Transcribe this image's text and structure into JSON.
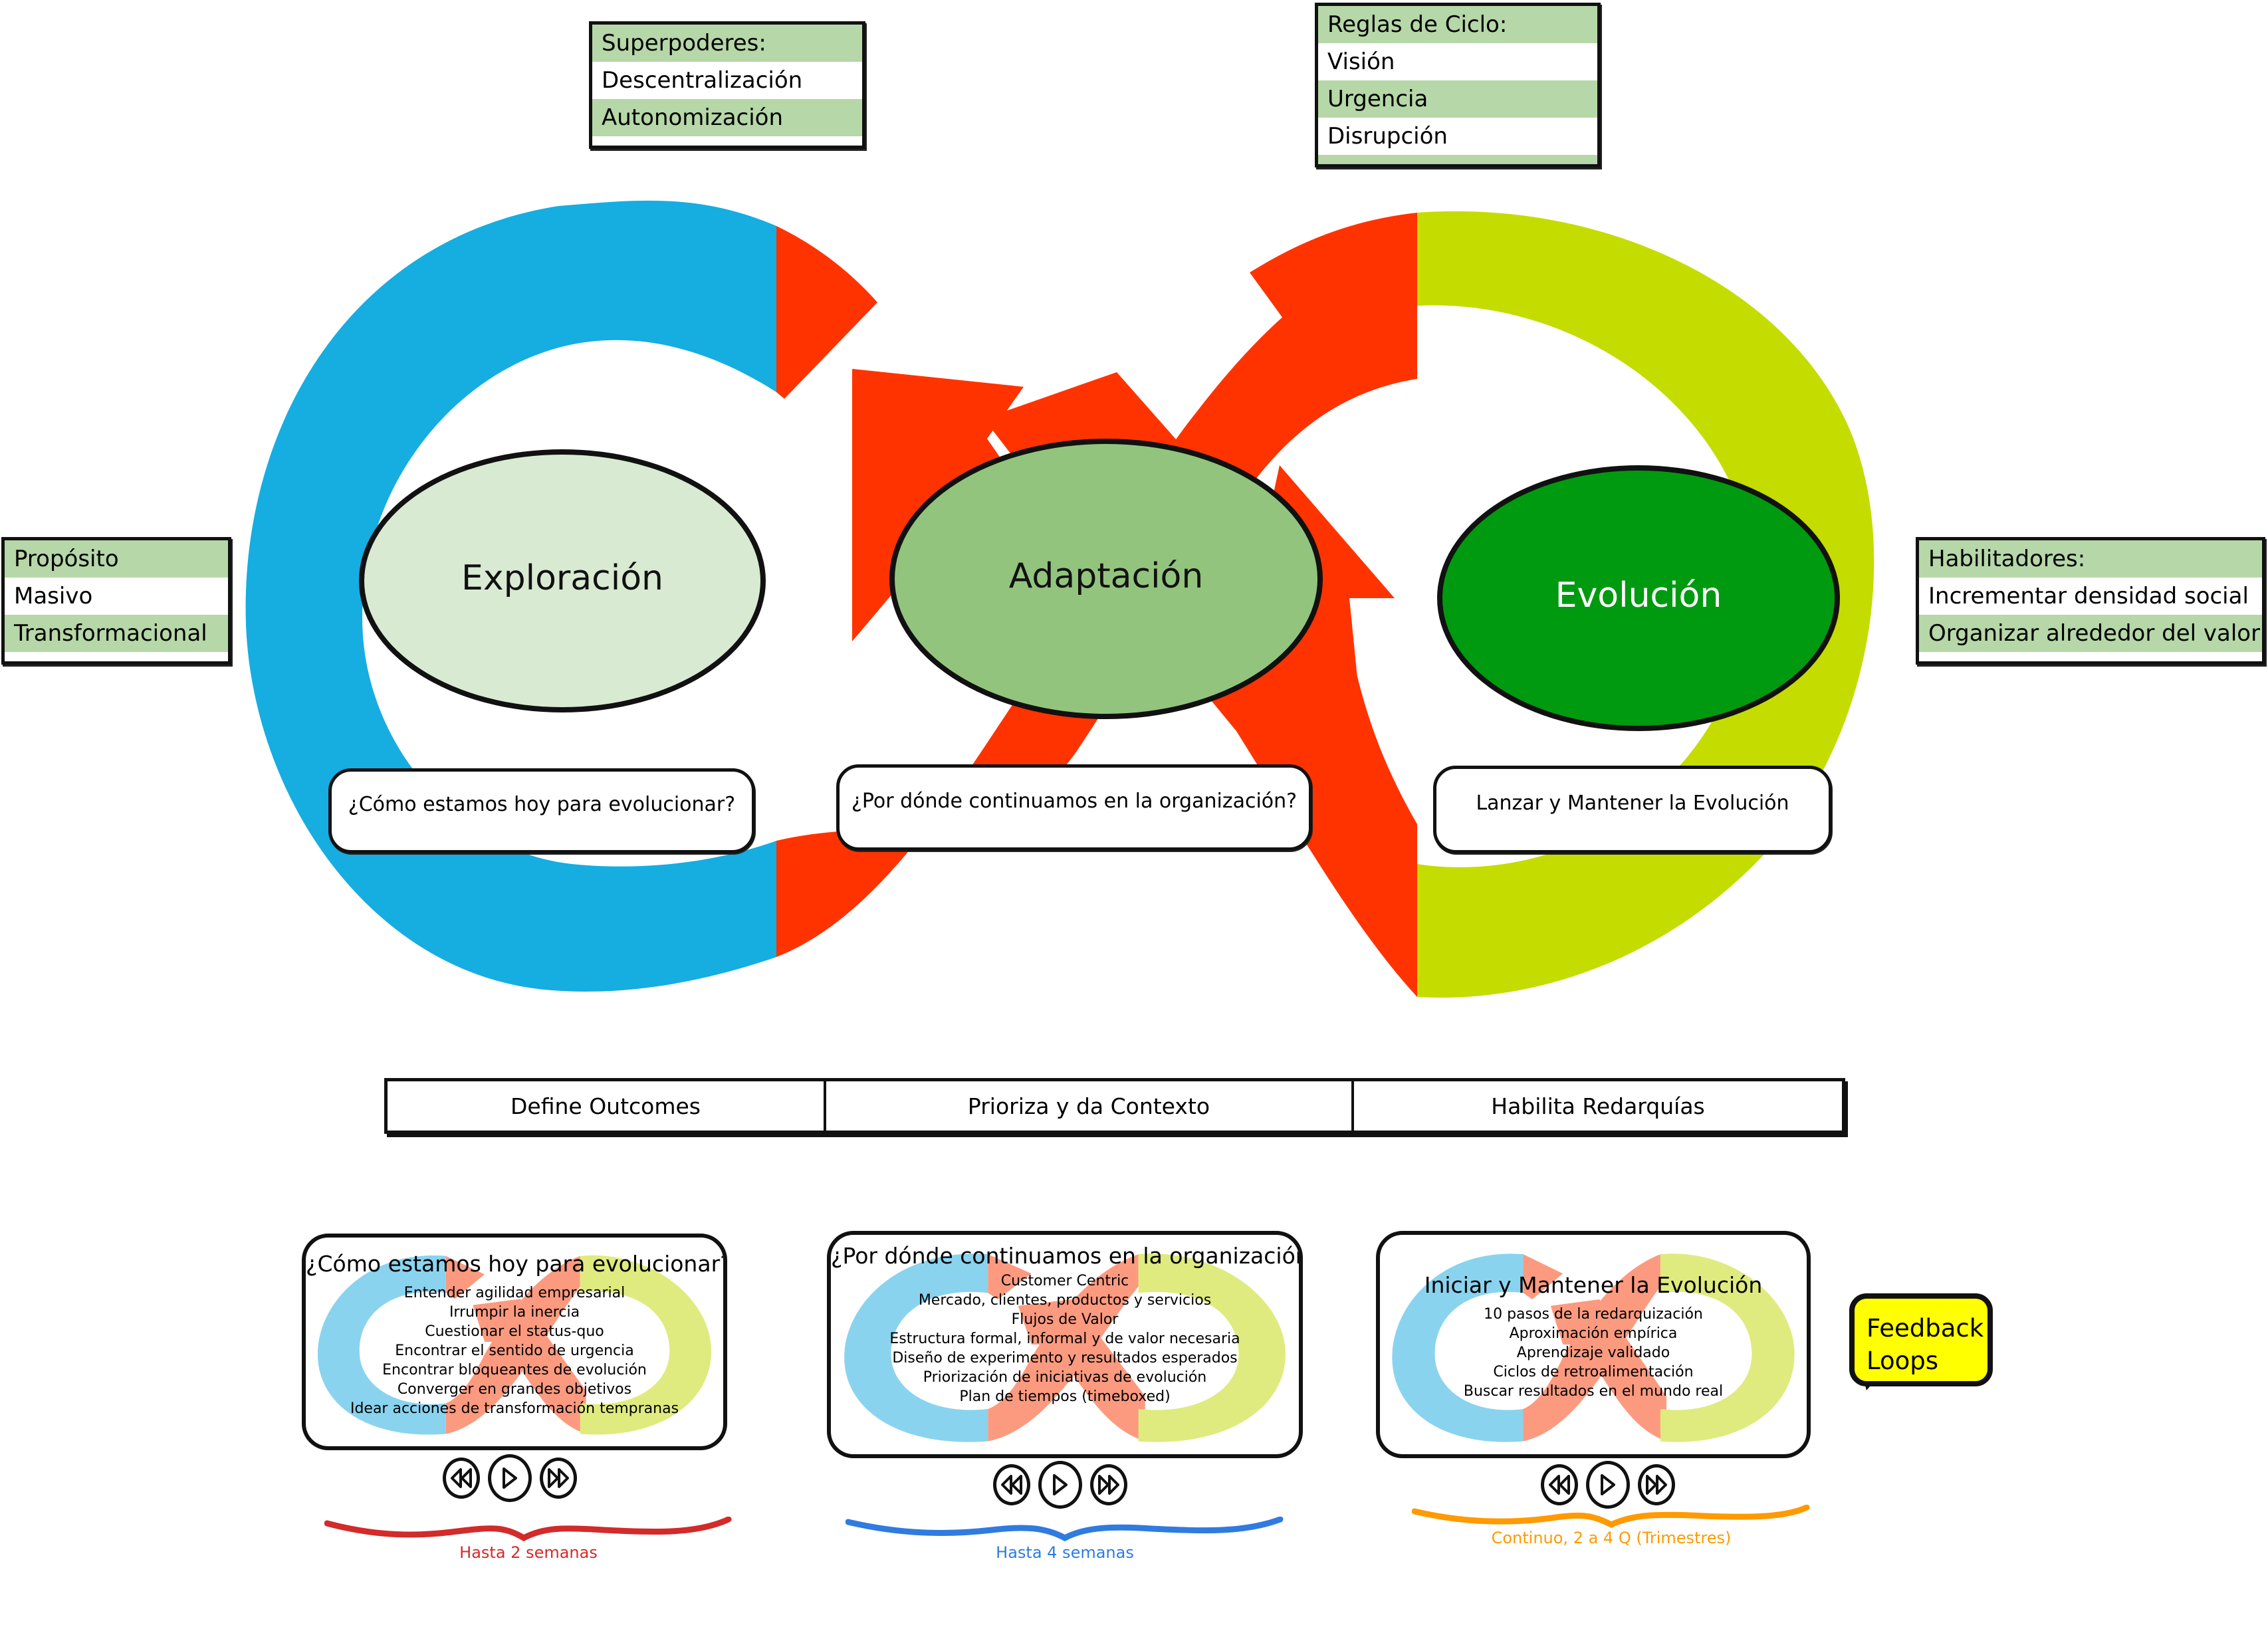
{
  "superpoderes": {
    "rows": [
      "Superpoderes:",
      "Descentralización",
      "Autonomización"
    ]
  },
  "reglas_ciclo": {
    "rows": [
      "Reglas de Ciclo:",
      "Visión",
      "Urgencia",
      "Disrupción"
    ]
  },
  "proposito": {
    "rows": [
      "Propósito",
      "Masivo",
      "Transformacional"
    ]
  },
  "habilitadores": {
    "rows": [
      "Habilitadores:",
      "Incrementar densidad social",
      "Organizar alrededor del valor"
    ]
  },
  "phases": [
    {
      "label": "Exploración",
      "fill": "#d9ead3",
      "text_color": "#111111"
    },
    {
      "label": "Adaptación",
      "fill": "#93c47d",
      "text_color": "#111111"
    },
    {
      "label": "Evolución",
      "fill": "#009a10",
      "text_color": "#ffffff"
    }
  ],
  "questions": [
    "¿Cómo estamos hoy para evolucionar?",
    "¿Por dónde continuamos en la organización?",
    "Lanzar y Mantener la Evolución"
  ],
  "outcomes": [
    "Define Outcomes",
    "Prioriza y da Contexto",
    "Habilita Redarquías"
  ],
  "colors": {
    "blue": "#16ade1",
    "red": "#ff3300",
    "lime": "#c4dc00",
    "table_green": "#b6d7a8",
    "feedback_yellow": "#ffff00"
  },
  "cards": [
    {
      "title": "¿Cómo estamos hoy para evolucionar?",
      "items": [
        "Entender agilidad empresarial",
        "Irrumpir la inercia",
        "Cuestionar el status-quo",
        "Encontrar el sentido de urgencia",
        "Encontrar bloqueantes de evolución",
        "Converger en grandes objetivos",
        "Idear acciones de transformación tempranas"
      ],
      "duration": "Hasta 2 semanas",
      "duration_color": "#d32a2a"
    },
    {
      "title": "¿Por dónde continuamos en la organización?",
      "items": [
        "Customer Centric",
        "Mercado, clientes, productos y servicios",
        "Flujos de Valor",
        "Estructura formal, informal y de valor necesaria",
        "Diseño de experimento y resultados esperados",
        "Priorización de iniciativas de evolución",
        "Plan de tiempos (timeboxed)"
      ],
      "duration": "Hasta 4 semanas",
      "duration_color": "#2f7be0"
    },
    {
      "title": "Iniciar y Mantener la Evolución",
      "items": [
        "10 pasos de la redarquización",
        "Aproximación empírica",
        "Aprendizaje validado",
        "Ciclos de retroalimentación",
        "Buscar resultados en el mundo real"
      ],
      "duration": "Continuo, 2 a 4 Q (Trimestres)",
      "duration_color": "#ff9a00"
    }
  ],
  "controls": {
    "rewind_icon": "rewind-icon",
    "play_icon": "play-icon",
    "forward_icon": "fast-forward-icon"
  },
  "feedback": {
    "line1": "Feedback",
    "line2": "Loops"
  }
}
